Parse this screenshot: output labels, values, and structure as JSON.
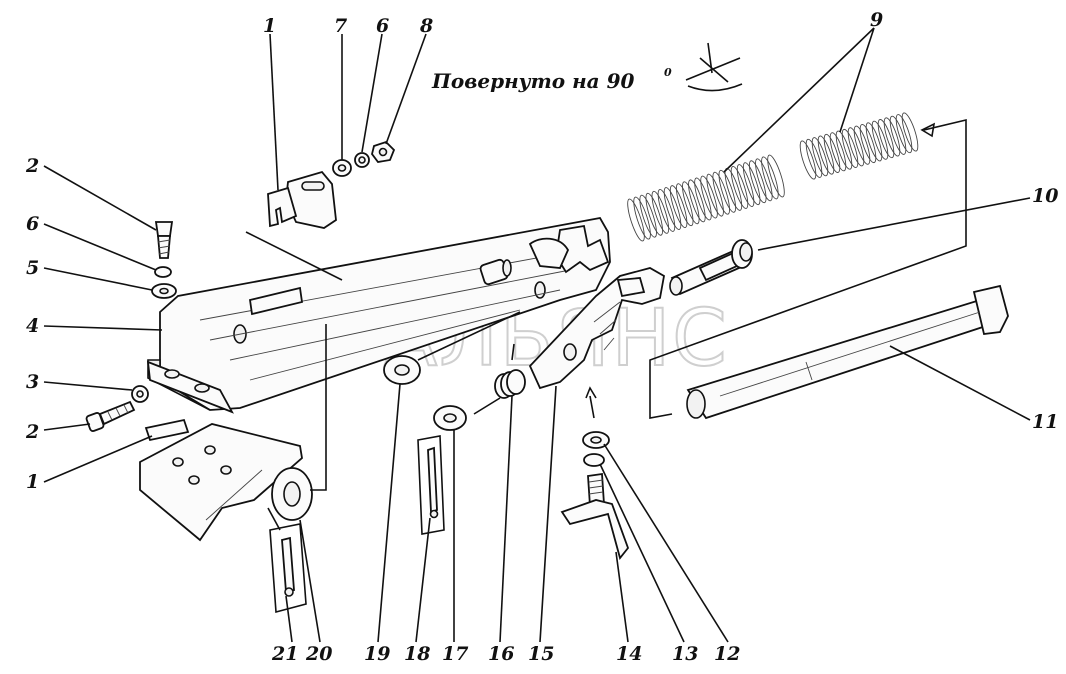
{
  "note": {
    "text": "Повернуто на 90",
    "degree": "0"
  },
  "watermark": "АВТОАЛЬЯНС",
  "callouts": {
    "top": [
      "1",
      "7",
      "6",
      "8"
    ],
    "spring_top": "9",
    "right": [
      "10",
      "11"
    ],
    "left": [
      "2",
      "6",
      "5",
      "4",
      "3",
      "2",
      "1"
    ],
    "bottom": [
      "21",
      "20",
      "19",
      "18",
      "17",
      "16",
      "15",
      "14",
      "13",
      "12"
    ]
  }
}
